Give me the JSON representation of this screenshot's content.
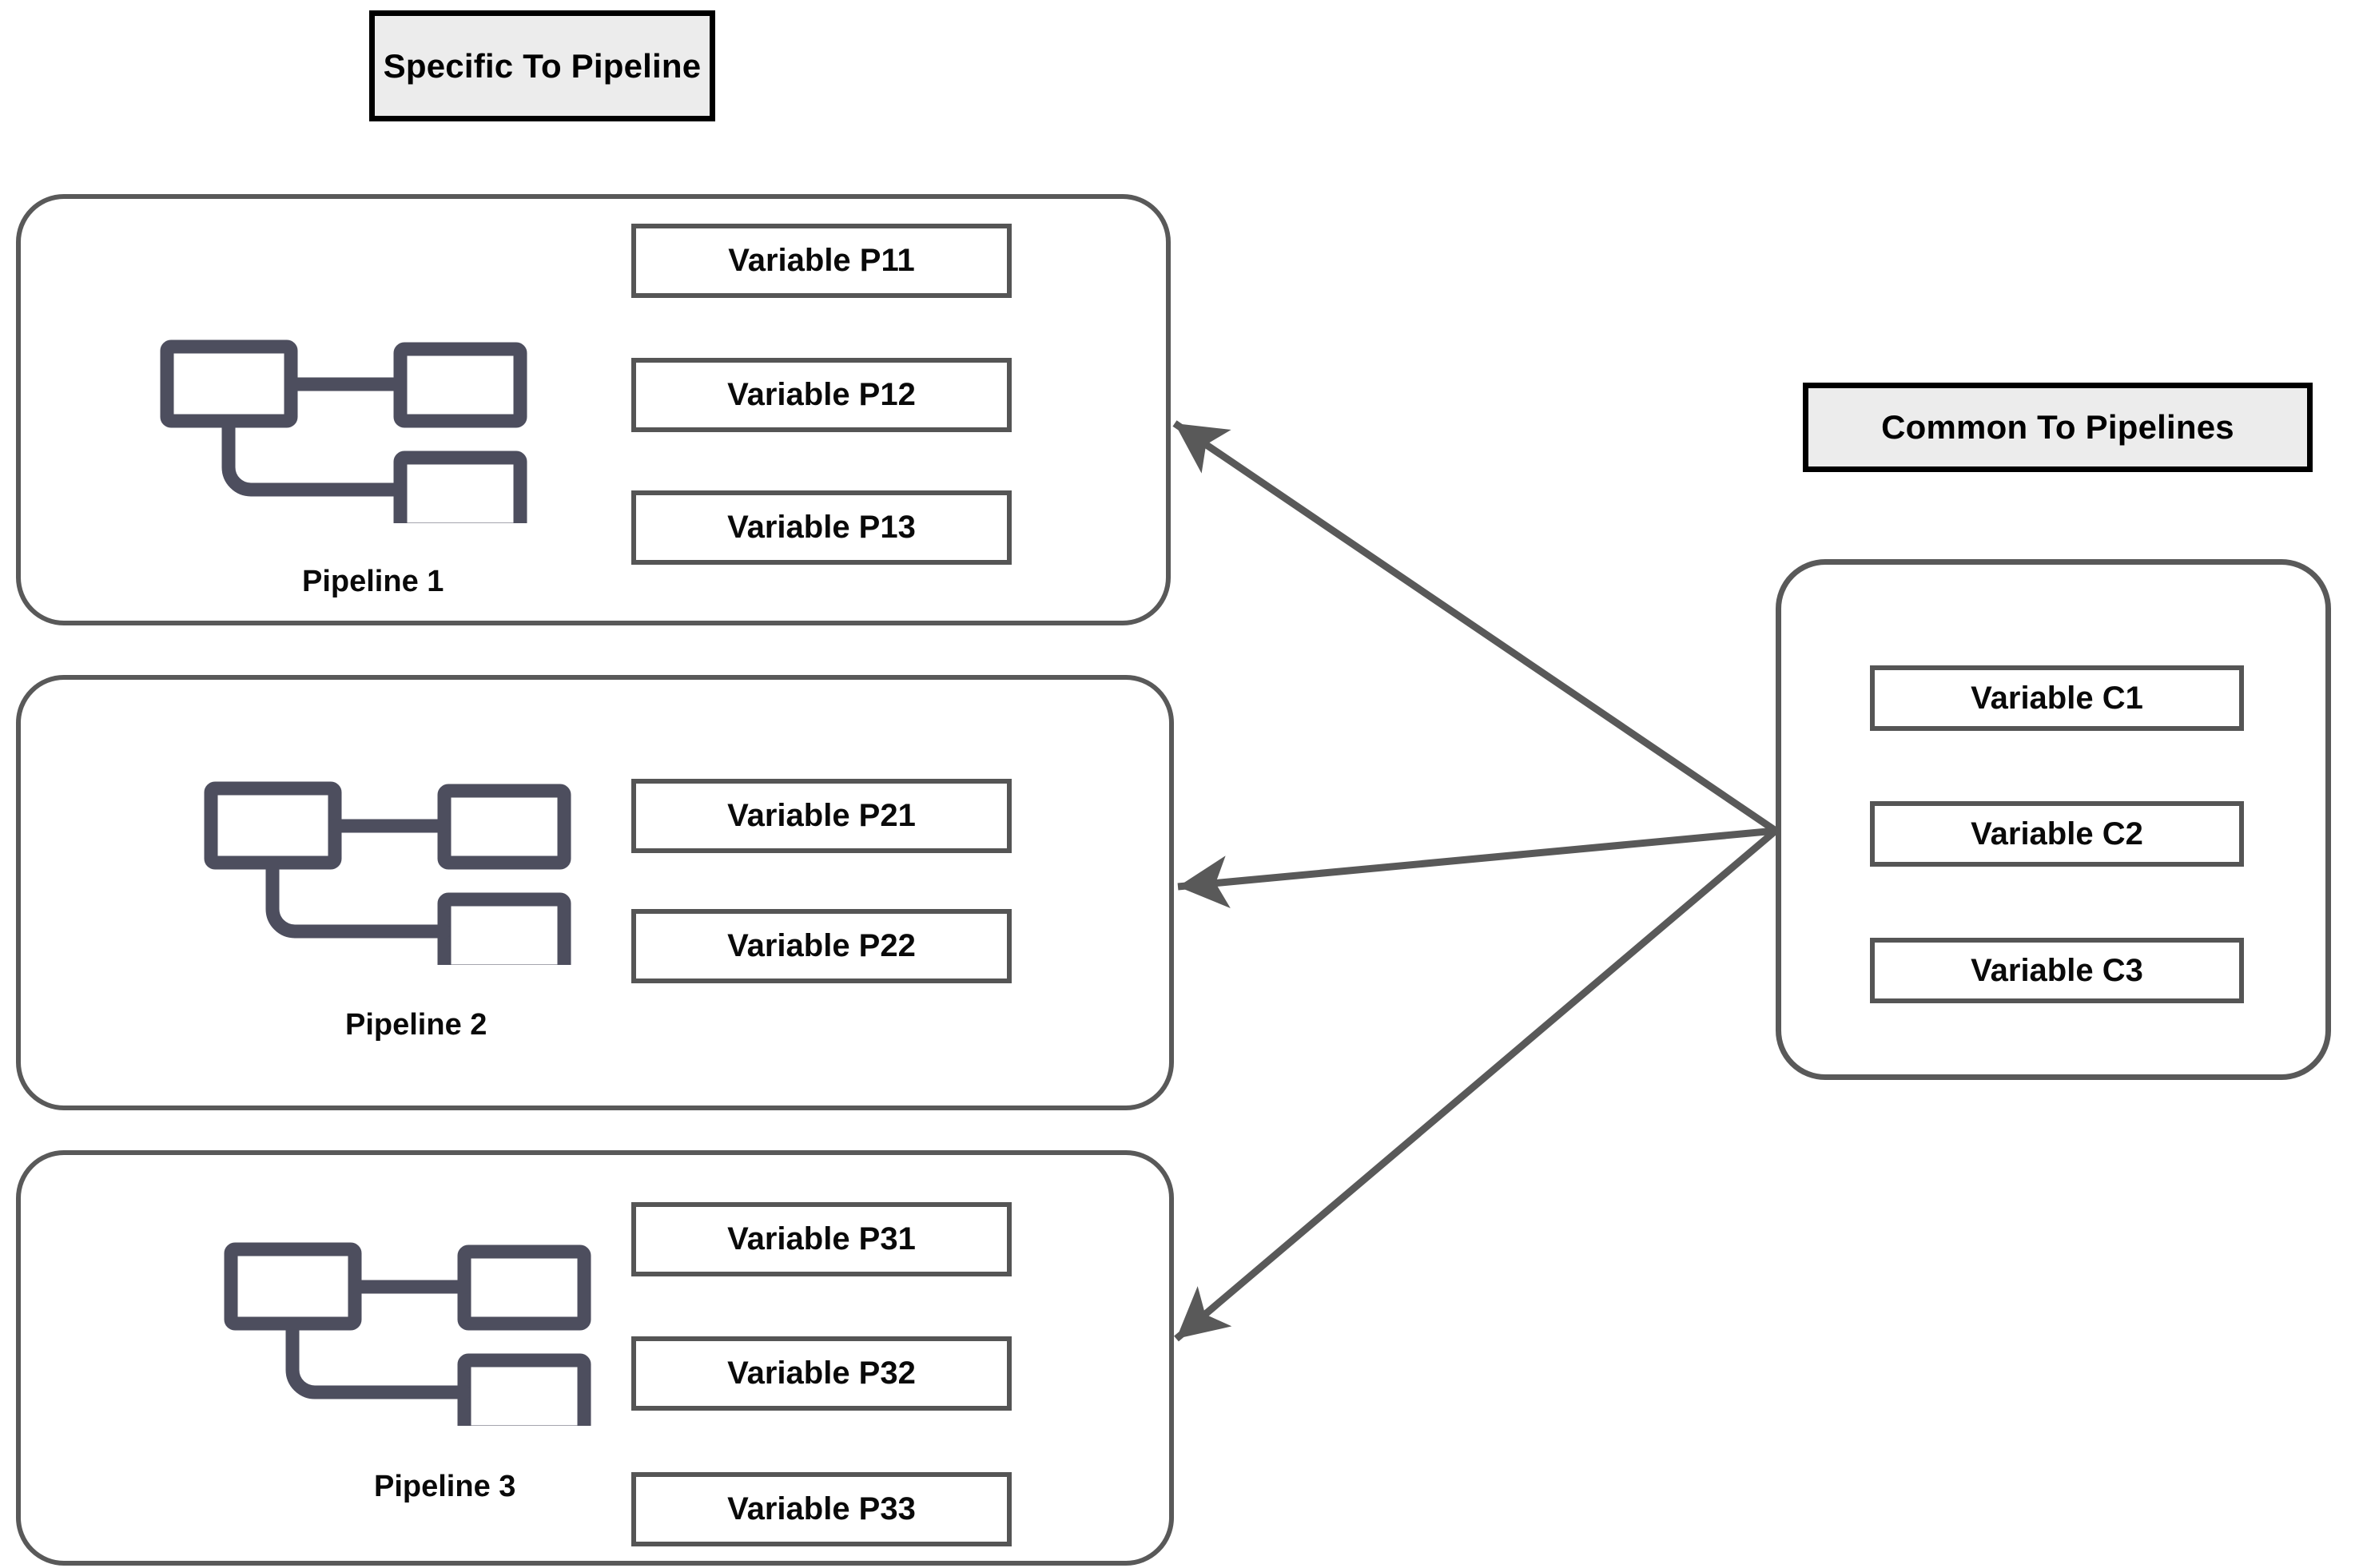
{
  "headers": {
    "specific": "Specific To Pipeline",
    "common": "Common To Pipelines"
  },
  "pipelines": [
    {
      "caption": "Pipeline 1",
      "icon": "pipeline-branch-icon",
      "variables": [
        "Variable P11",
        "Variable P12",
        "Variable P13"
      ]
    },
    {
      "caption": "Pipeline 2",
      "icon": "pipeline-branch-icon",
      "variables": [
        "Variable P21",
        "Variable P22"
      ]
    },
    {
      "caption": "Pipeline 3",
      "icon": "pipeline-branch-icon",
      "variables": [
        "Variable P31",
        "Variable P32",
        "Variable P33"
      ]
    }
  ],
  "common_group": {
    "variables": [
      "Variable C1",
      "Variable C2",
      "Variable C3"
    ]
  },
  "arrows": {
    "count": 3,
    "description": "Arrows point from the common variable panel to each pipeline group",
    "direction": "common-to-pipelines"
  },
  "colors": {
    "header_fill": "#ececec",
    "header_border": "#000000",
    "card_border": "#595959",
    "var_border": "#555555",
    "icon_stroke": "#4d4e5e",
    "arrow": "#595959",
    "text": "#0a0a0a",
    "background": "#ffffff"
  }
}
